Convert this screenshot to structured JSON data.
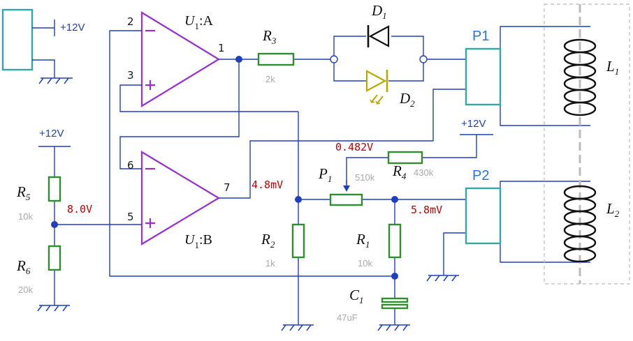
{
  "supply": {
    "top_left": "+12V",
    "divider": "+12V",
    "p1": "+12V"
  },
  "opamp": {
    "a": {
      "name": "U",
      "sub": "1",
      "unit": ":A"
    },
    "b": {
      "name": "U",
      "sub": "1",
      "unit": ":B"
    },
    "pins": {
      "p1": "1",
      "p2": "2",
      "p3": "3",
      "p5": "5",
      "p6": "6",
      "p7": "7"
    }
  },
  "components": {
    "R1": {
      "name": "R",
      "sub": "1",
      "value": "10k"
    },
    "R2": {
      "name": "R",
      "sub": "2",
      "value": "1k"
    },
    "R3": {
      "name": "R",
      "sub": "3",
      "value": "2k"
    },
    "R4": {
      "name": "R",
      "sub": "4",
      "value": "430k"
    },
    "R5": {
      "name": "R",
      "sub": "5",
      "value": "10k"
    },
    "R6": {
      "name": "R",
      "sub": "6",
      "value": "20k"
    },
    "P1": {
      "name": "P",
      "sub": "1",
      "value": "510k"
    },
    "C1": {
      "name": "C",
      "sub": "1",
      "value": "47uF"
    },
    "D1": {
      "name": "D",
      "sub": "1"
    },
    "D2": {
      "name": "D",
      "sub": "2"
    },
    "L1": {
      "name": "L",
      "sub": "1"
    },
    "L2": {
      "name": "L",
      "sub": "2"
    }
  },
  "relays": {
    "p1": "P1",
    "p2": "P2"
  },
  "voltages": {
    "node_5": "8.0V",
    "node_7": "4.8mV",
    "wiper": "0.482V",
    "r1_node": "5.8mV"
  },
  "colors": {
    "wire": "#1f3fbf",
    "opamp": "#9a2fcf",
    "resistor": "#2f8f2f",
    "relay": "#33a6a6",
    "led": "#b8a800",
    "voltage_label": "#c00000",
    "coil": "#111111"
  }
}
